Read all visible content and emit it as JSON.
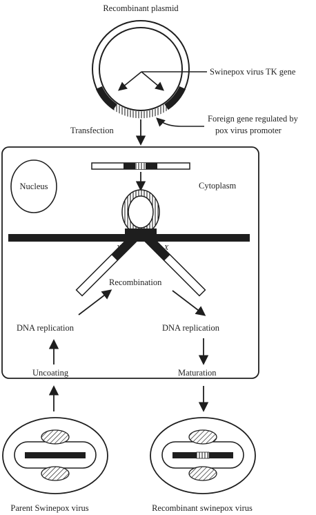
{
  "labels": {
    "recombinant_plasmid": "Recombinant plasmid",
    "tk_gene": "Swinepox virus TK gene",
    "foreign_gene_line1": "Foreign gene regulated by",
    "foreign_gene_line2": "pox virus promoter",
    "transfection": "Transfection",
    "nucleus": "Nucleus",
    "cytoplasm": "Cytoplasm",
    "recombination": "Recombination",
    "dna_replication_left": "DNA replication",
    "dna_replication_right": "DNA replication",
    "uncoating": "Uncoating",
    "maturation": "Maturation",
    "parent_virus": "Parent Swinepox virus",
    "recombinant_virus": "Recombinant swinepox virus"
  },
  "crossover_marks": [
    "X",
    "X"
  ],
  "colors": {
    "ink": "#1e1e1e",
    "background": "#ffffff"
  }
}
